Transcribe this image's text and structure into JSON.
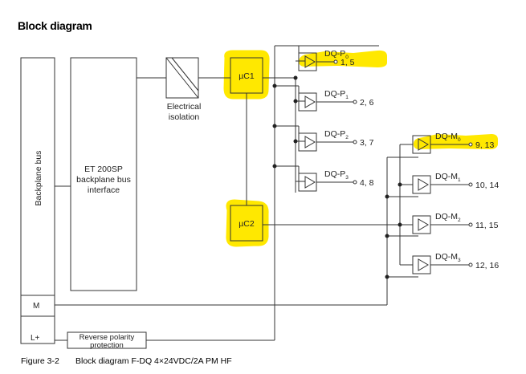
{
  "section": {
    "title": "Block diagram"
  },
  "blocks": {
    "backplane_bus": "Backplane bus",
    "interface_line1": "ET 200SP",
    "interface_line2": "backplane bus",
    "interface_line3": "interface",
    "isolation_line1": "Electrical",
    "isolation_line2": "isolation",
    "uc1": "µC1",
    "uc2": "µC2",
    "reverse_line1": "Reverse polarity",
    "reverse_line2": "protection",
    "terminal_m": "M",
    "terminal_lplus": "L+"
  },
  "outputs_p": [
    {
      "name": "DQ-P",
      "sub": "0",
      "terminals": "1, 5"
    },
    {
      "name": "DQ-P",
      "sub": "1",
      "terminals": "2, 6"
    },
    {
      "name": "DQ-P",
      "sub": "2",
      "terminals": "3, 7"
    },
    {
      "name": "DQ-P",
      "sub": "3",
      "terminals": "4, 8"
    }
  ],
  "outputs_m": [
    {
      "name": "DQ-M",
      "sub": "0",
      "terminals": "9, 13"
    },
    {
      "name": "DQ-M",
      "sub": "1",
      "terminals": "10, 14"
    },
    {
      "name": "DQ-M",
      "sub": "2",
      "terminals": "11, 15"
    },
    {
      "name": "DQ-M",
      "sub": "3",
      "terminals": "12, 16"
    }
  ],
  "caption": {
    "number": "Figure 3-2",
    "text": "Block diagram F-DQ 4×24VDC/2A PM HF"
  },
  "colors": {
    "highlight": "#ffe800",
    "line": "#333333"
  }
}
